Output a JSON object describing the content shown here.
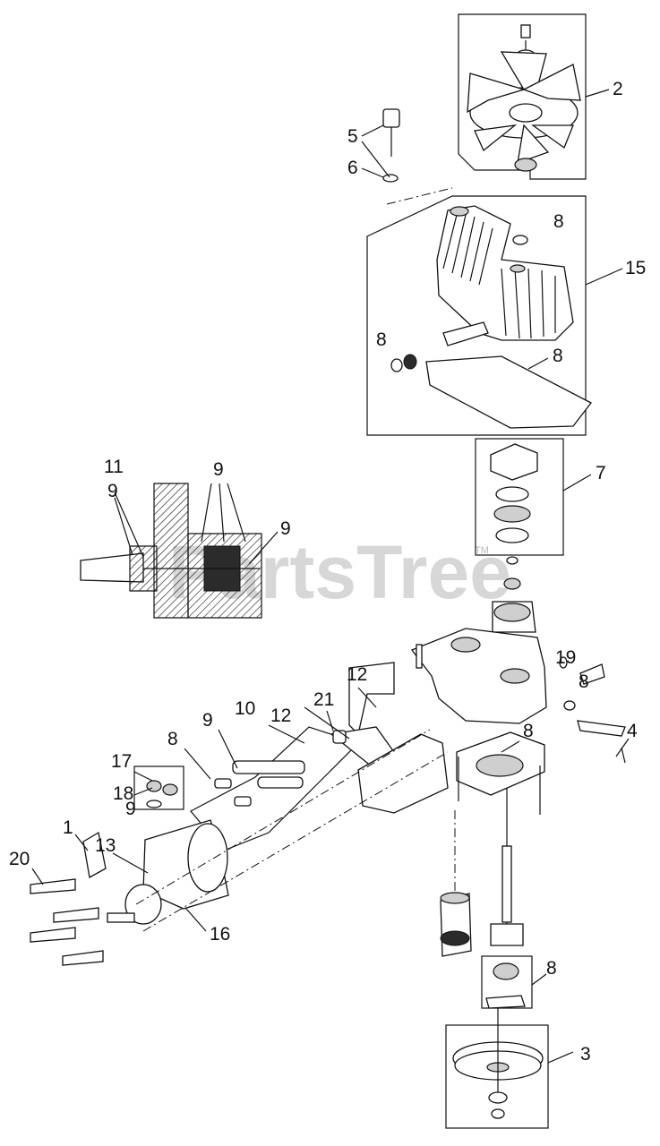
{
  "watermark": {
    "text": "PartsTree",
    "tm": "TM"
  },
  "callouts": {
    "c1": "1",
    "c2": "2",
    "c3": "3",
    "c4": "4",
    "c5": "5",
    "c6": "6",
    "c7": "7",
    "c8a": "8",
    "c8b": "8",
    "c8c": "8",
    "c8d": "8",
    "c8e": "8",
    "c8f": "8",
    "c8g": "8",
    "c9a": "9",
    "c9b": "9",
    "c9c": "9",
    "c9d": "9",
    "c9e": "9",
    "c10": "10",
    "c11": "11",
    "c12a": "12",
    "c12b": "12",
    "c13": "13",
    "c15": "15",
    "c16": "16",
    "c17": "17",
    "c18": "18",
    "c19": "19",
    "c20": "20",
    "c21": "21"
  }
}
